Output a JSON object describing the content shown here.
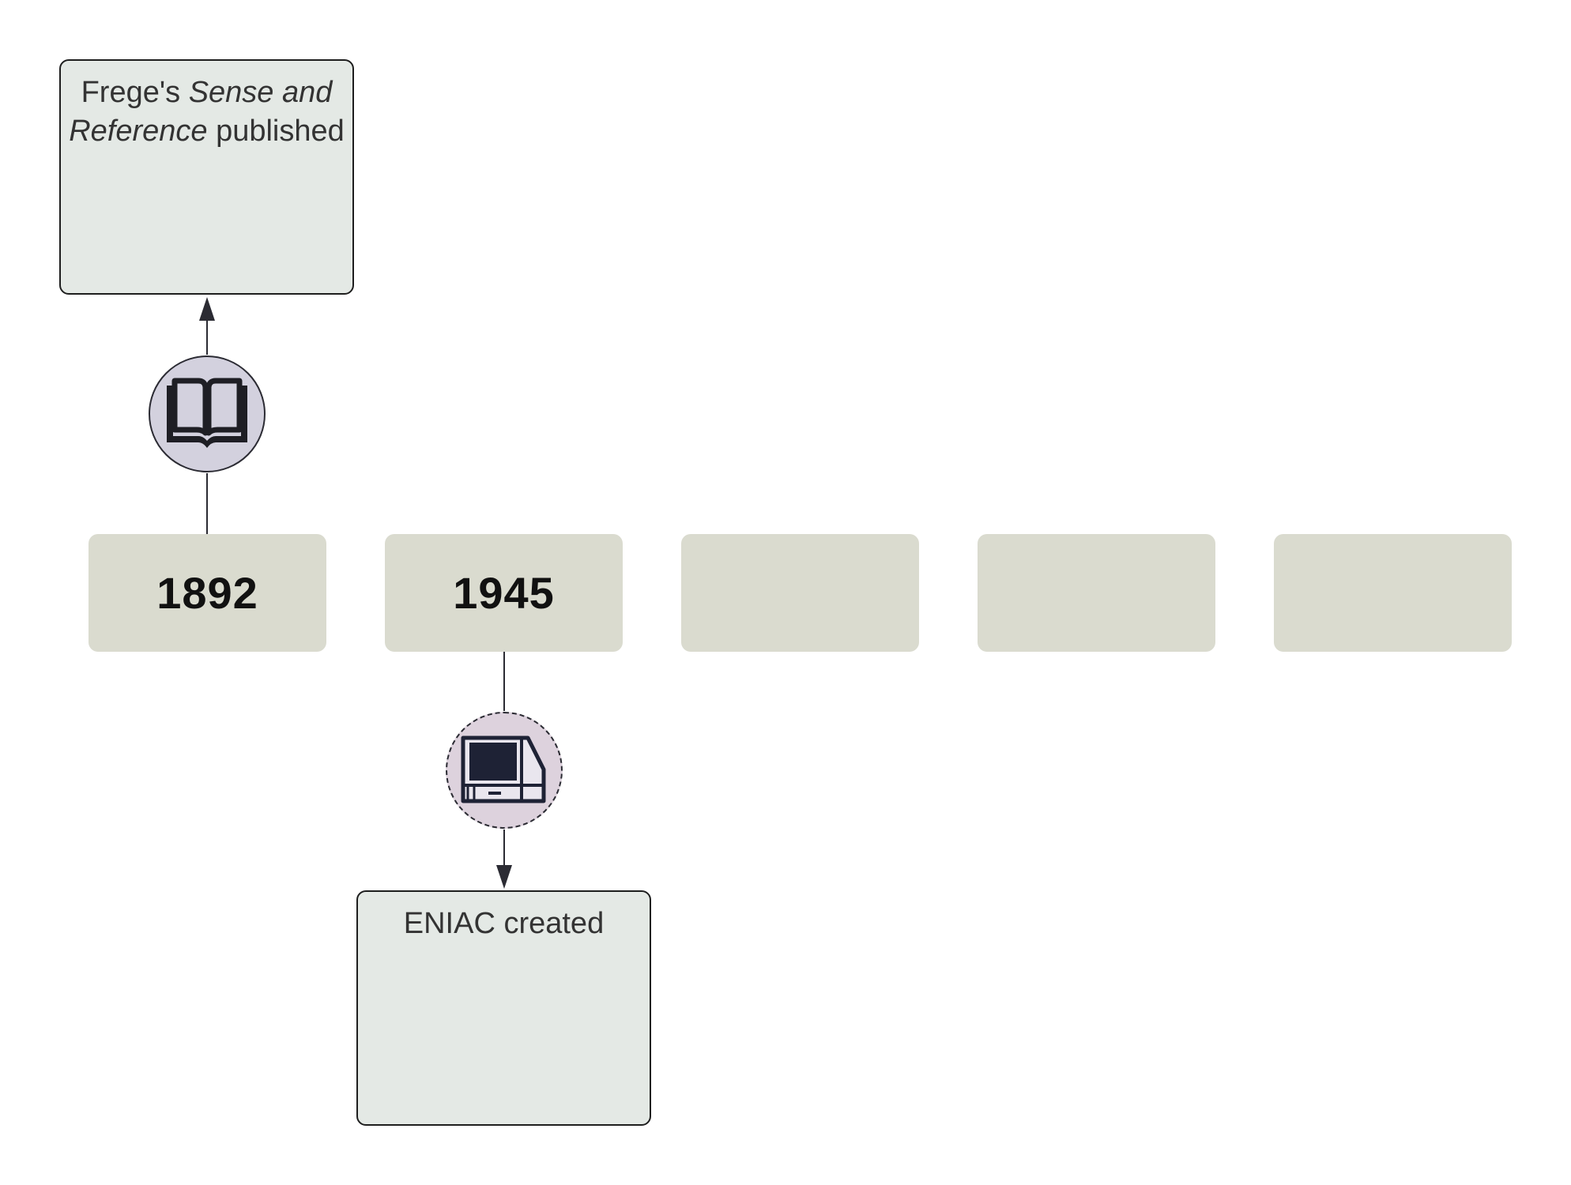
{
  "timeline": {
    "years": [
      {
        "label": "1892"
      },
      {
        "label": "1945"
      },
      {
        "label": ""
      },
      {
        "label": ""
      },
      {
        "label": ""
      }
    ],
    "events": [
      {
        "year": "1892",
        "text_before": "Frege's ",
        "text_italic": "Sense and Reference",
        "text_after": " published",
        "icon": "book-icon",
        "direction": "up"
      },
      {
        "year": "1945",
        "text": "ENIAC created",
        "icon": "computer-icon",
        "direction": "down"
      }
    ]
  },
  "colors": {
    "year_box": "#dadbcf",
    "event_box": "#e4e9e5",
    "book_circle": "#d3d1de",
    "computer_circle": "#ddd2dd",
    "icon_dark": "#1e2235"
  }
}
